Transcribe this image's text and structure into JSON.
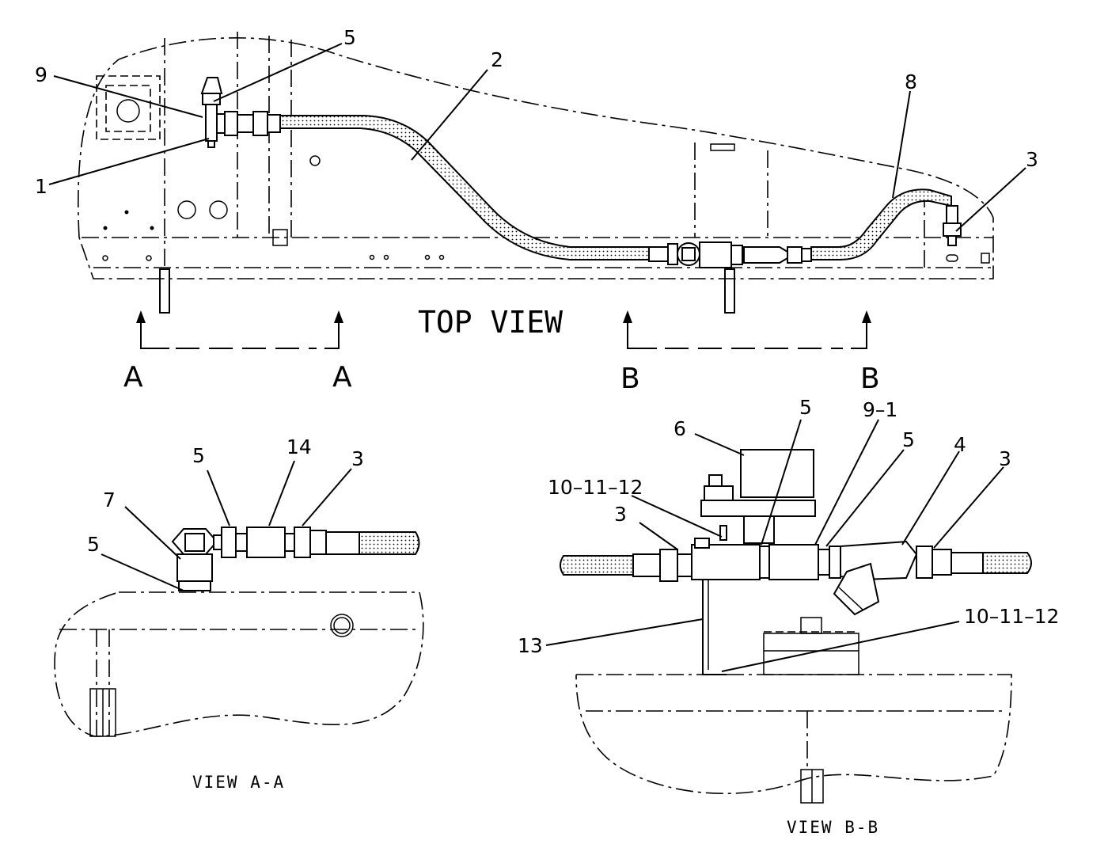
{
  "views": {
    "top": "TOP VIEW",
    "view_aa": "VIEW A-A",
    "view_bb": "VIEW B-B"
  },
  "section_markers": {
    "a_left": "A",
    "a_right": "A",
    "b_left": "B",
    "b_right": "B"
  },
  "callouts": {
    "top": [
      {
        "id": "top-9",
        "text": "9"
      },
      {
        "id": "top-5",
        "text": "5"
      },
      {
        "id": "top-1",
        "text": "1"
      },
      {
        "id": "top-2",
        "text": "2"
      },
      {
        "id": "top-8",
        "text": "8"
      },
      {
        "id": "top-3",
        "text": "3"
      }
    ],
    "aa": [
      {
        "id": "aa-7",
        "text": "7"
      },
      {
        "id": "aa-5a",
        "text": "5"
      },
      {
        "id": "aa-14",
        "text": "14"
      },
      {
        "id": "aa-3",
        "text": "3"
      },
      {
        "id": "aa-5b",
        "text": "5"
      }
    ],
    "bb": [
      {
        "id": "bb-6",
        "text": "6"
      },
      {
        "id": "bb-5a",
        "text": "5"
      },
      {
        "id": "bb-9-1",
        "text": "9–1"
      },
      {
        "id": "bb-5b",
        "text": "5"
      },
      {
        "id": "bb-4",
        "text": "4"
      },
      {
        "id": "bb-3a",
        "text": "3"
      },
      {
        "id": "bb-10-11-12a",
        "text": "10–11–12"
      },
      {
        "id": "bb-3b",
        "text": "3"
      },
      {
        "id": "bb-13",
        "text": "13"
      },
      {
        "id": "bb-10-11-12b",
        "text": "10–11–12"
      }
    ]
  }
}
